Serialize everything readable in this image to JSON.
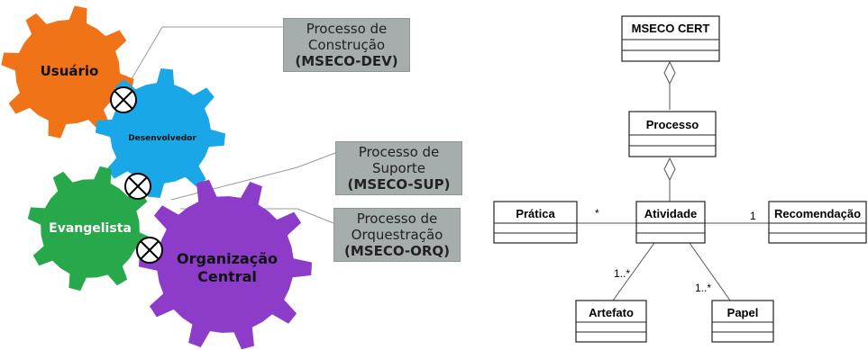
{
  "gears": {
    "usuario": {
      "label": "Usuário",
      "color": "#f07318"
    },
    "desenvolvedor": {
      "label": "Desenvolvedor",
      "color": "#1aa7e8"
    },
    "evangelista": {
      "label": "Evangelista",
      "color": "#27a84a"
    },
    "organizacao": {
      "label_line1": "Organização",
      "label_line2": "Central",
      "color": "#8c3cc8"
    }
  },
  "callouts": {
    "dev": {
      "line1": "Processo de",
      "line2": "Construção",
      "code": "(MSECO-DEV)"
    },
    "sup": {
      "line1": "Processo de",
      "line2": "Suporte",
      "code": "(MSECO-SUP)"
    },
    "orq": {
      "line1": "Processo de",
      "line2": "Orquestração",
      "code": "(MSECO-ORQ)"
    }
  },
  "uml": {
    "cert": "MSECO CERT",
    "processo": "Processo",
    "atividade": "Atividade",
    "pratica": "Prática",
    "recomendacao": "Recomendação",
    "artefato": "Artefato",
    "papel": "Papel",
    "mult_pratica": "*",
    "mult_recomendacao": "1",
    "mult_artefato": "1..*",
    "mult_papel": "1..*"
  }
}
